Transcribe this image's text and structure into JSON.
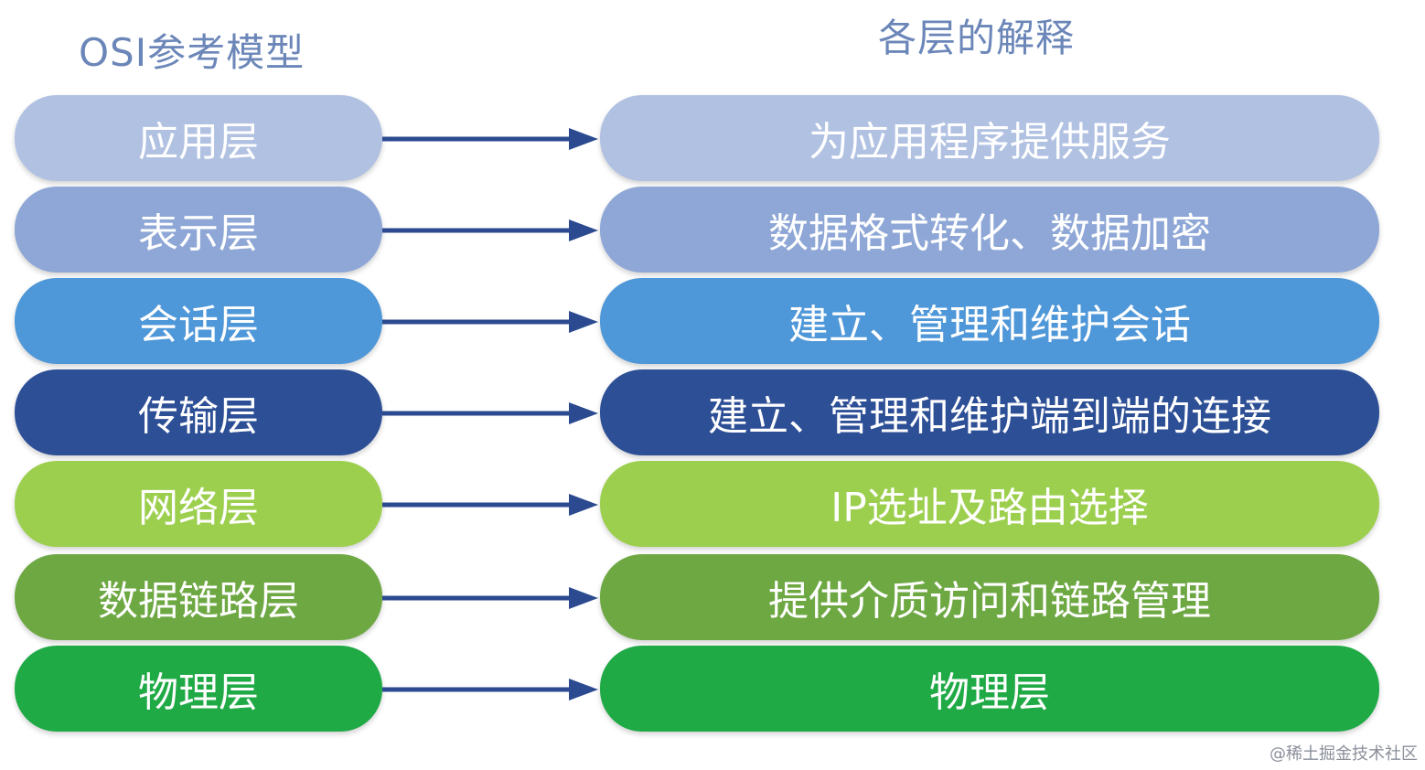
{
  "headers": {
    "left": "OSI参考模型",
    "right": "各层的解释"
  },
  "layers": [
    {
      "name": "应用层",
      "description": "为应用程序提供服务",
      "color": "#b1c1e2"
    },
    {
      "name": "表示层",
      "description": "数据格式转化、数据加密",
      "color": "#8ea7d6"
    },
    {
      "name": "会话层",
      "description": "建立、管理和维护会话",
      "color": "#4e97d8"
    },
    {
      "name": "传输层",
      "description": "建立、管理和维护端到端的连接",
      "color": "#2d4f96"
    },
    {
      "name": "网络层",
      "description": "IP选址及路由选择",
      "color": "#9ccf4e"
    },
    {
      "name": "数据链路层",
      "description": "提供介质访问和链路管理",
      "color": "#6ea843"
    },
    {
      "name": "物理层",
      "description": "物理层",
      "color": "#1faa46"
    }
  ],
  "arrow_color": "#2b4a8f",
  "watermark": "@稀土掘金技术社区"
}
